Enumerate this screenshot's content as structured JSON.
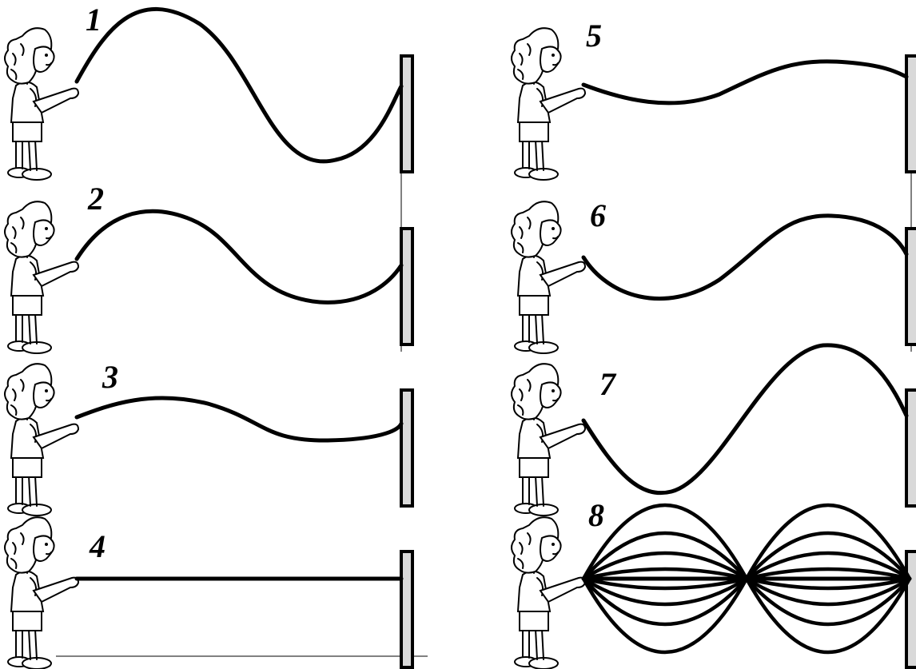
{
  "panels": [
    {
      "label": "1"
    },
    {
      "label": "2"
    },
    {
      "label": "3"
    },
    {
      "label": "4"
    },
    {
      "label": "5"
    },
    {
      "label": "6"
    },
    {
      "label": "7"
    },
    {
      "label": "8"
    }
  ],
  "colors": {
    "rope": "#000000",
    "wall_fill": "#d9d9d9",
    "background": "#ffffff"
  },
  "icons": [
    "girl-figure-icon",
    "wall-icon"
  ]
}
